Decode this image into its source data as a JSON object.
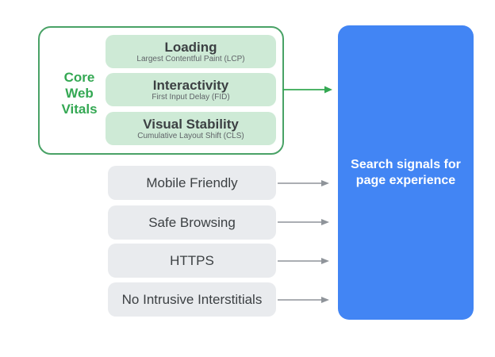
{
  "diagram": {
    "title_hint": "Search signals for page experience diagram",
    "core_web_vitals": {
      "label": "Core Web Vitals",
      "items": [
        {
          "title": "Loading",
          "subtitle": "Largest Contentful Paint (LCP)"
        },
        {
          "title": "Interactivity",
          "subtitle": "First Input Delay (FID)"
        },
        {
          "title": "Visual Stability",
          "subtitle": "Cumulative Layout Shift (CLS)"
        }
      ]
    },
    "other_signals": [
      {
        "label": "Mobile Friendly"
      },
      {
        "label": "Safe Browsing"
      },
      {
        "label": "HTTPS"
      },
      {
        "label": "No Intrusive Interstitials"
      }
    ],
    "target": {
      "label": "Search signals for page experience"
    },
    "icons": {
      "green_arrow": "right-arrow",
      "gray_arrow": "right-arrow"
    },
    "colors": {
      "green_accent": "#34a853",
      "green_border": "#49a266",
      "green_fill": "#ceead6",
      "blue_fill": "#4285f4",
      "gray_fill": "#e9ebee",
      "arrow_gray": "#8f949a",
      "title_text": "#3c4043",
      "subtitle_text": "#5f6368",
      "target_text": "#ffffff",
      "background": "#ffffff"
    }
  }
}
